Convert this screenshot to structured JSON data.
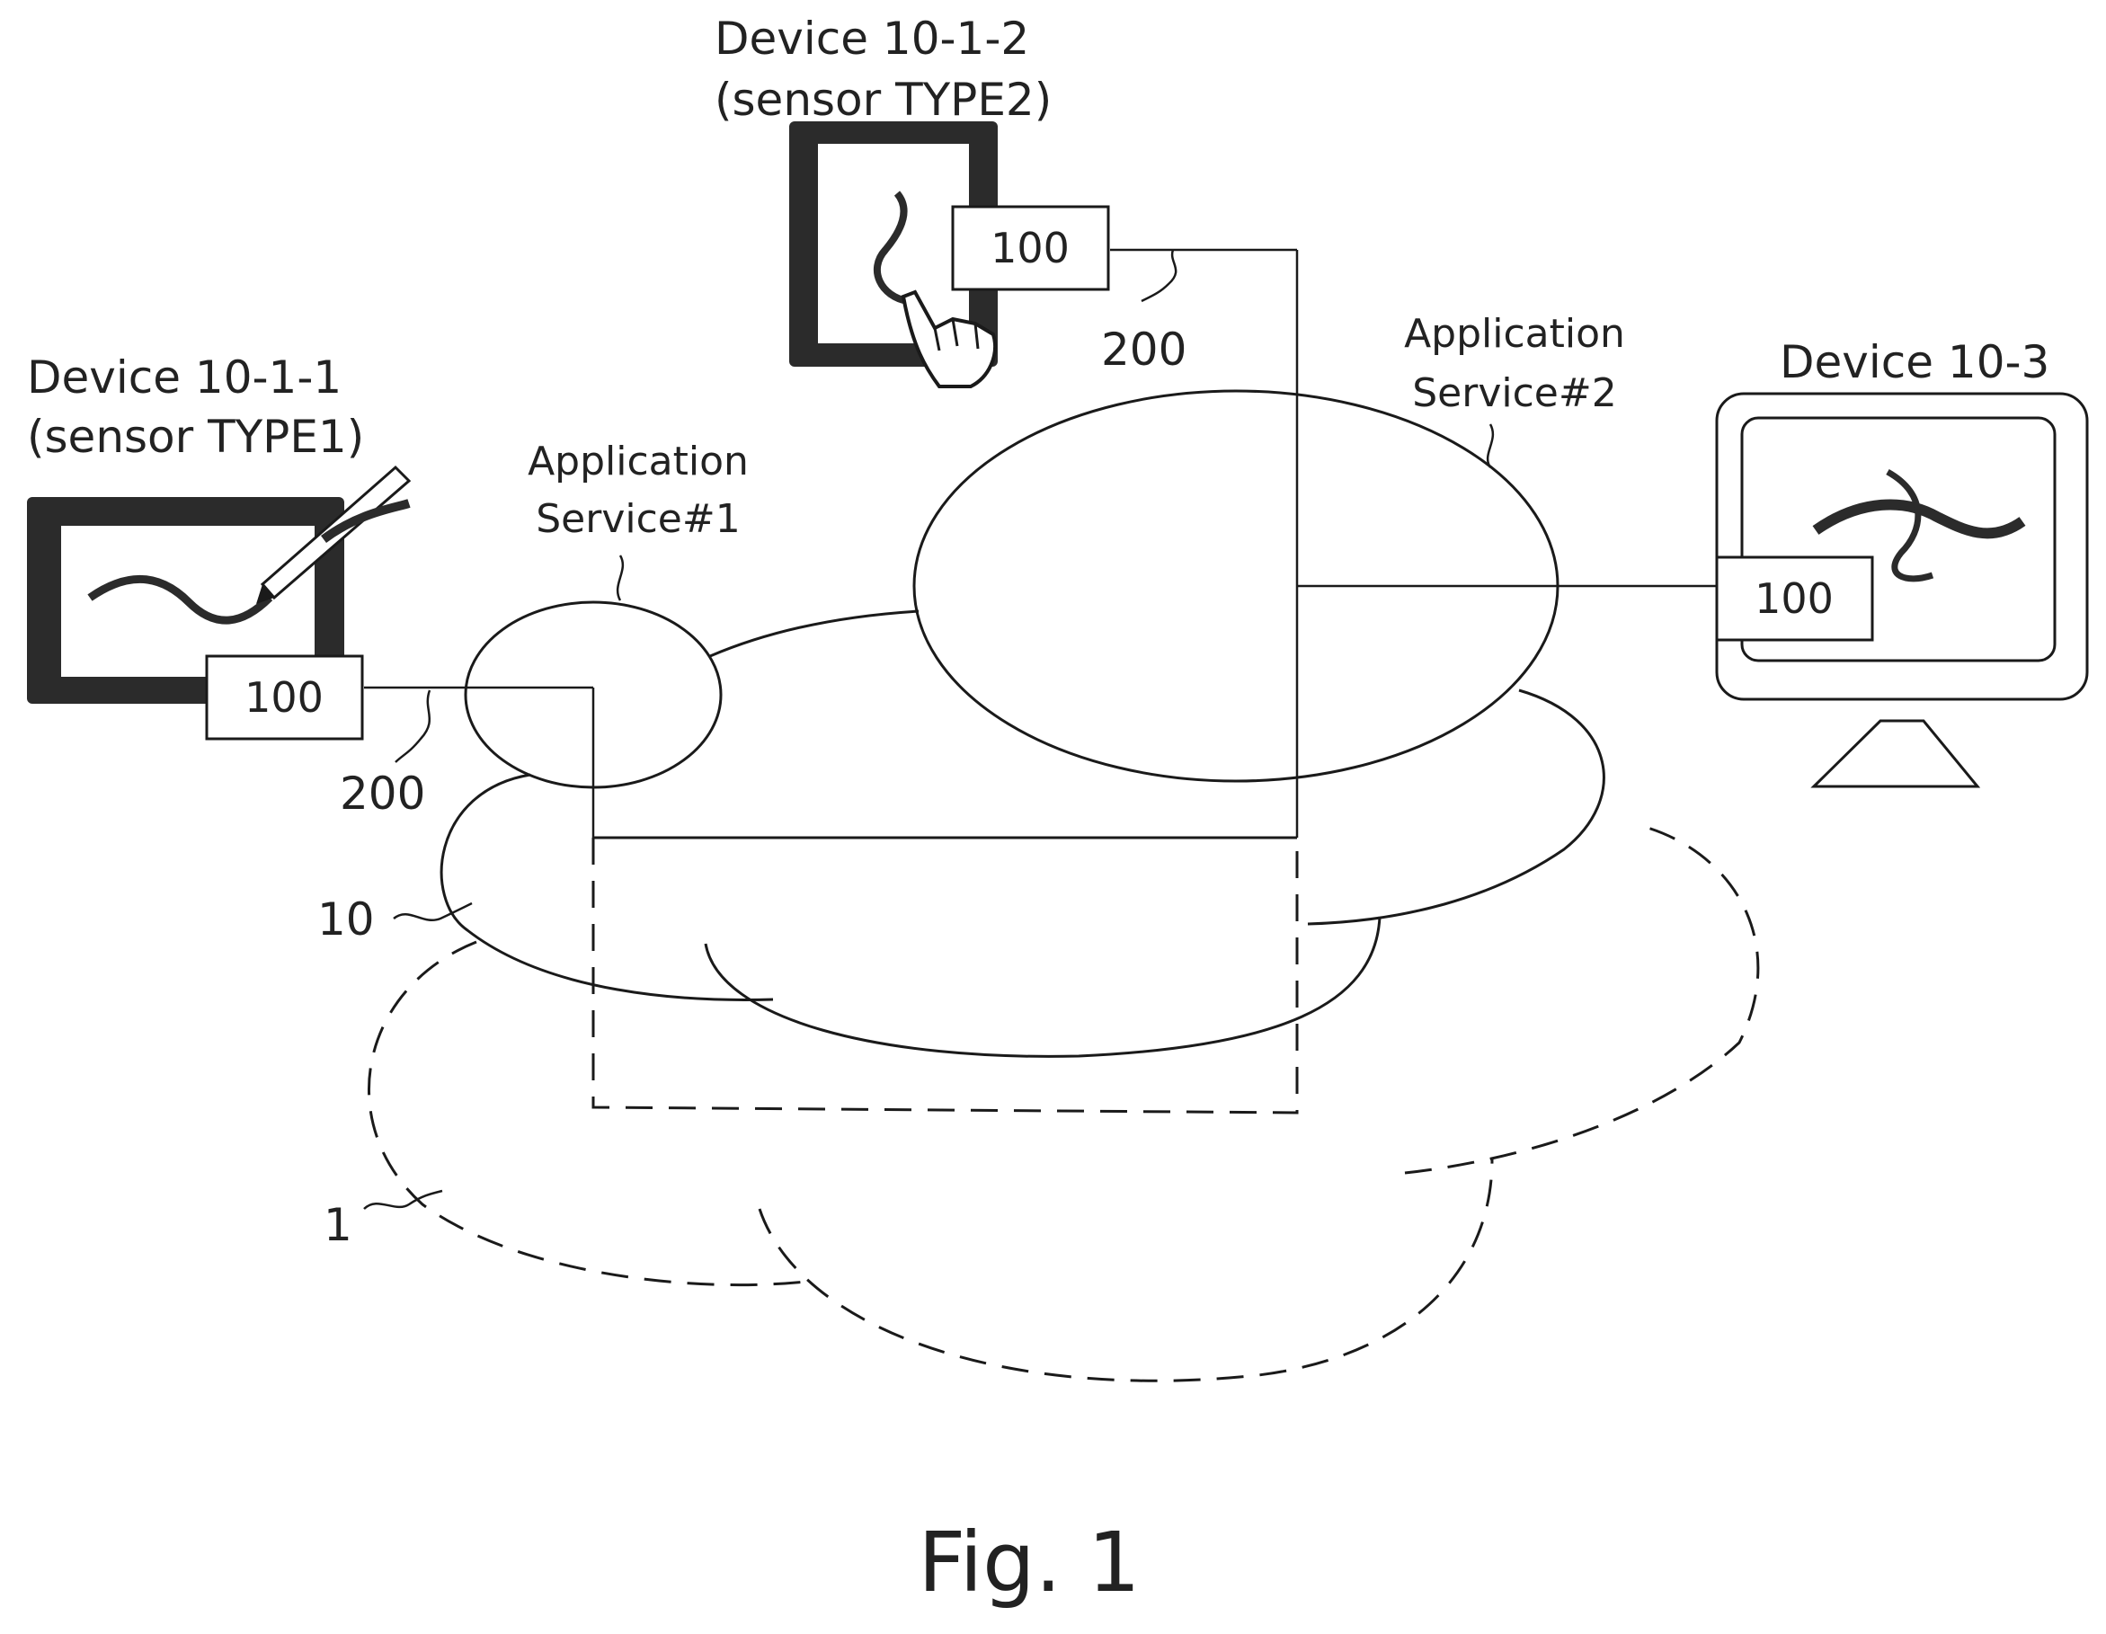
{
  "figure": {
    "caption": "Fig. 1"
  },
  "devices": [
    {
      "id": "device-10-1-1",
      "name": "Device 10-1-1",
      "sensor": "(sensor TYPE1)",
      "module": "100",
      "link": "200"
    },
    {
      "id": "device-10-1-2",
      "name": "Device 10-1-2",
      "sensor": "(sensor TYPE2)",
      "module": "100",
      "link": "200"
    },
    {
      "id": "device-10-3",
      "name": "Device 10-3",
      "module": "100"
    }
  ],
  "services": [
    {
      "line1": "Application",
      "line2": "Service#1"
    },
    {
      "line1": "Application",
      "line2": "Service#2"
    }
  ],
  "refs": {
    "system": "10",
    "cloud": "1"
  }
}
